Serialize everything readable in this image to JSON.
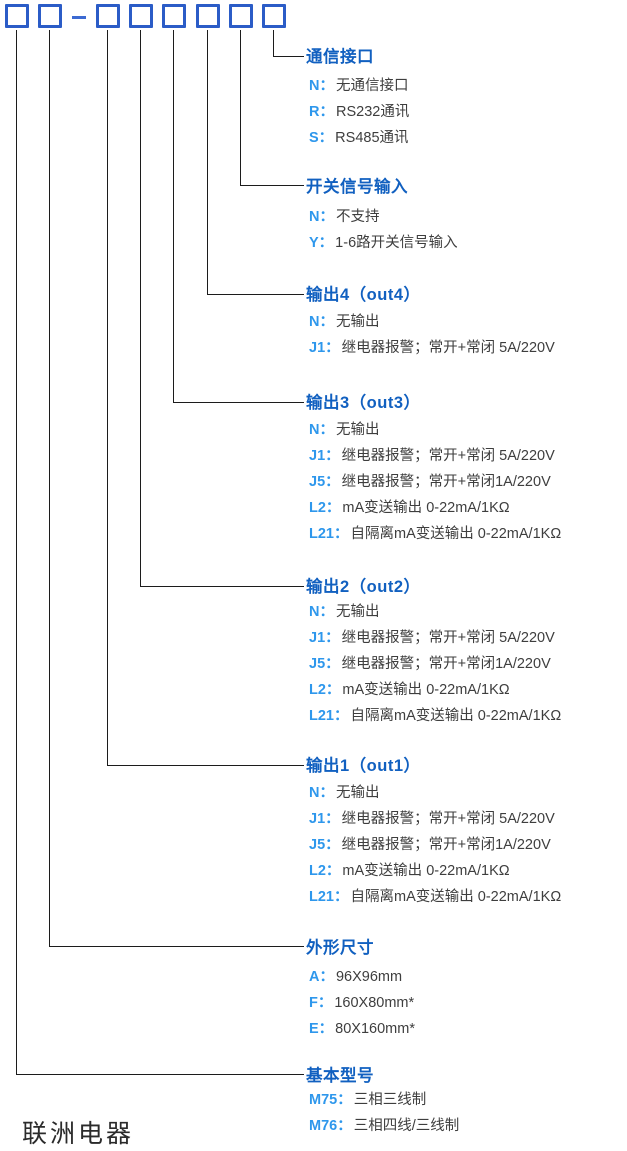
{
  "model_code": {
    "box_count": 8,
    "separator": "-"
  },
  "sections": [
    {
      "title": "通信接口",
      "options": [
        {
          "code": "N：",
          "text": "无通信接口"
        },
        {
          "code": "R：",
          "text": "RS232通讯"
        },
        {
          "code": "S：",
          "text": "RS485通讯"
        }
      ]
    },
    {
      "title": "开关信号输入",
      "options": [
        {
          "code": "N：",
          "text": "不支持"
        },
        {
          "code": "Y：",
          "text": "1-6路开关信号输入"
        }
      ]
    },
    {
      "title": "输出4（out4）",
      "options": [
        {
          "code": "N：",
          "text": "无输出"
        },
        {
          "code": "J1：",
          "text": "继电器报警；常开+常闭 5A/220V"
        }
      ]
    },
    {
      "title": "输出3（out3）",
      "options": [
        {
          "code": "N：",
          "text": "无输出"
        },
        {
          "code": "J1：",
          "text": "继电器报警；常开+常闭 5A/220V"
        },
        {
          "code": "J5：",
          "text": "继电器报警；常开+常闭1A/220V"
        },
        {
          "code": "L2：",
          "text": "mA变送输出 0-22mA/1KΩ"
        },
        {
          "code": "L21：",
          "text": "自隔离mA变送输出 0-22mA/1KΩ"
        }
      ]
    },
    {
      "title": "输出2（out2）",
      "options": [
        {
          "code": "N：",
          "text": "无输出"
        },
        {
          "code": "J1：",
          "text": "继电器报警；常开+常闭 5A/220V"
        },
        {
          "code": "J5：",
          "text": "继电器报警；常开+常闭1A/220V"
        },
        {
          "code": "L2：",
          "text": "mA变送输出 0-22mA/1KΩ"
        },
        {
          "code": "L21：",
          "text": "自隔离mA变送输出 0-22mA/1KΩ"
        }
      ]
    },
    {
      "title": "输出1（out1）",
      "options": [
        {
          "code": "N：",
          "text": "无输出"
        },
        {
          "code": "J1：",
          "text": "继电器报警；常开+常闭 5A/220V"
        },
        {
          "code": "J5：",
          "text": "继电器报警；常开+常闭1A/220V"
        },
        {
          "code": "L2：",
          "text": "mA变送输出 0-22mA/1KΩ"
        },
        {
          "code": "L21：",
          "text": "自隔离mA变送输出 0-22mA/1KΩ"
        }
      ]
    },
    {
      "title": "外形尺寸",
      "options": [
        {
          "code": "A：",
          "text": "96X96mm"
        },
        {
          "code": "F：",
          "text": "160X80mm*"
        },
        {
          "code": "E：",
          "text": "80X160mm*"
        }
      ]
    },
    {
      "title": "基本型号",
      "options": [
        {
          "code": "M75：",
          "text": "三相三线制"
        },
        {
          "code": "M76：",
          "text": "三相四线/三线制"
        }
      ]
    }
  ],
  "footer": {
    "brand": "联洲电器"
  },
  "colors": {
    "box_border": "#2b5cc7",
    "title_blue": "#1160c0",
    "code_blue": "#2e97ec",
    "body_text": "#3e3e3e",
    "line": "#1c1c1c"
  }
}
